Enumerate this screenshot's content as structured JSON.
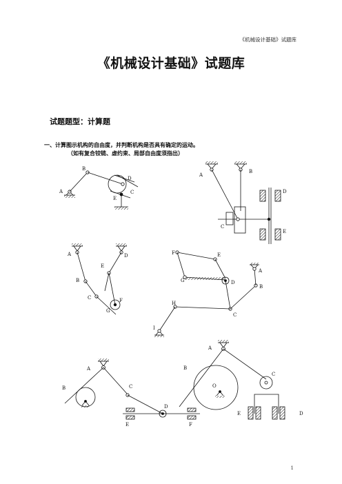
{
  "header": {
    "running_title": "《机械设计基础》试题库"
  },
  "title": "《机械设计基础》试题库",
  "question_type": "试题题型：计算题",
  "question_1": {
    "text": "一、计算图示机构的自由度，并判断机构是否具有确定的运动。",
    "note": "（如有复合铰链、虚约束、局部自由度须指出）"
  },
  "figures": {
    "fig1": {
      "labels": [
        "A",
        "B",
        "C",
        "D",
        "E"
      ]
    },
    "fig2": {
      "labels": [
        "A",
        "B",
        "C",
        "D",
        "E"
      ]
    },
    "fig3": {
      "labels": [
        "A",
        "B",
        "C",
        "D",
        "E",
        "F",
        "G"
      ]
    },
    "fig4": {
      "labels": [
        "F",
        "E",
        "G",
        "D",
        "A",
        "B",
        "H",
        "C",
        "I"
      ]
    },
    "fig5": {
      "labels": [
        "A",
        "B",
        "C",
        "D",
        "E",
        "F"
      ]
    },
    "fig6": {
      "labels": [
        "A",
        "B",
        "O",
        "C",
        "E",
        "D"
      ]
    }
  },
  "page_number": "1"
}
